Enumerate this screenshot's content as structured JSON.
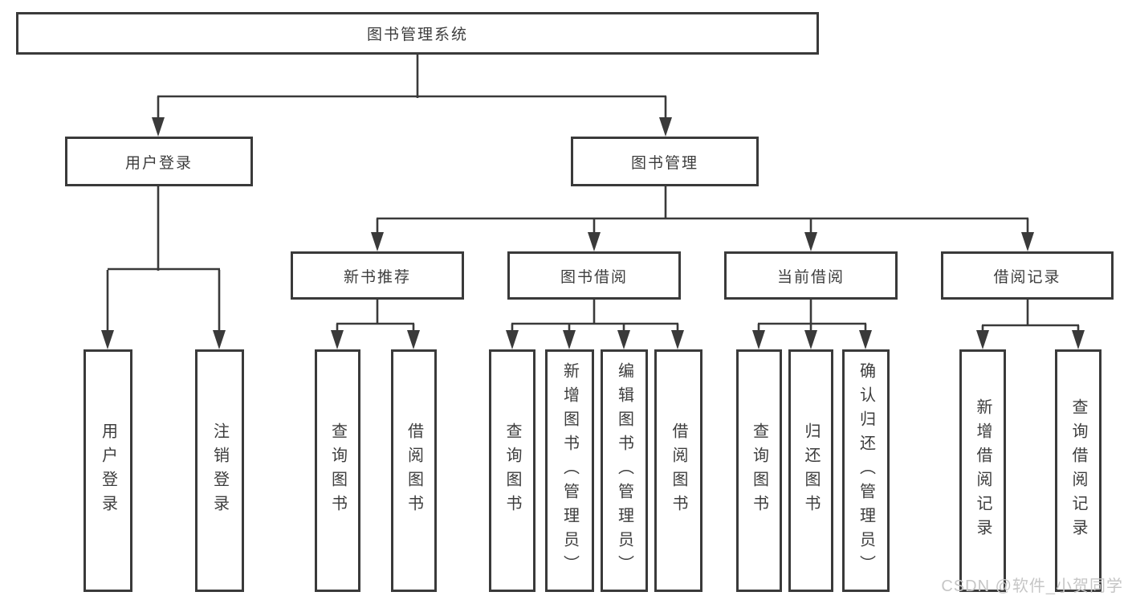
{
  "diagram": {
    "root": {
      "label": "图书管理系统"
    },
    "branches": [
      {
        "label": "用户登录",
        "children": [
          {
            "label": "用户登录"
          },
          {
            "label": "注销登录"
          }
        ]
      },
      {
        "label": "图书管理",
        "children": [
          {
            "label": "新书推荐",
            "children": [
              {
                "label": "查询图书"
              },
              {
                "label": "借阅图书"
              }
            ]
          },
          {
            "label": "图书借阅",
            "children": [
              {
                "label": "查询图书"
              },
              {
                "label": "新增图书（管理员）"
              },
              {
                "label": "编辑图书（管理员）"
              },
              {
                "label": "借阅图书"
              }
            ]
          },
          {
            "label": "当前借阅",
            "children": [
              {
                "label": "查询图书"
              },
              {
                "label": "归还图书"
              },
              {
                "label": "确认归还（管理员）"
              }
            ]
          },
          {
            "label": "借阅记录",
            "children": [
              {
                "label": "新增借阅记录"
              },
              {
                "label": "查询借阅记录"
              }
            ]
          }
        ]
      }
    ]
  },
  "watermark": {
    "text": "CSDN @软件_小贺同学"
  },
  "colors": {
    "line": "#3a3a3a",
    "text": "#3d3d3d",
    "watermark_text": "#c6c6c6",
    "background": "#ffffff"
  }
}
